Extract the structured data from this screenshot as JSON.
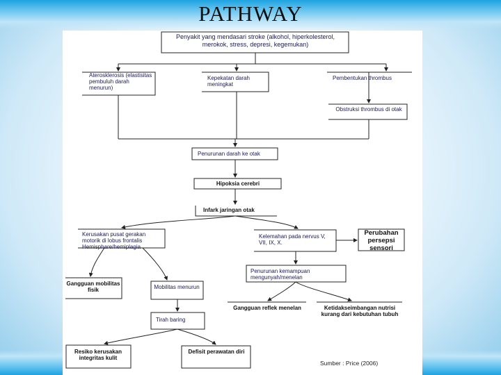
{
  "title": "PATHWAY",
  "nodes": {
    "risk_factors": "Penyakit yang mendasari stroke (alkohol, hiperkolesterol, merokok, stress, depresi, kegemukan)",
    "atherosclerosis": "Aterosklerosis (elastisitas pembuluh darah menurun)",
    "blood_viscosity": "Kepekatan darah meningkat",
    "thrombus_formation": "Pembentukan thrombus",
    "arterial_obstruction": "Obstruksi thrombus di otak",
    "cerebral_flow": "Penurunan darah ke otak",
    "cerebral_hypoxia": "Hipoksia cerebri",
    "brain_infarct": "Infark jaringan otak",
    "motor_center_damage": "Kerusakan pusat gerakan motorik di lobus frontalis Hemisphare/hemiplagia",
    "cranial_nerve": "Kelemahan pada nervus V, VII, IX, X.",
    "perception_change": "Perubahan persepsi sensori",
    "mobility_impairment": "Gangguan mobilitas fisik",
    "mobility_decrease": "Mobilitas menurun",
    "swallow_reflex": "Penurunan kemampuan mengunyah/menelan",
    "bed_rest": "Tirah baring",
    "swallow_impairment": "Gangguan reflek menelan",
    "nutrition_imbalance": "Ketidakseimbangan nutrisi kurang dari kebutuhan tubuh",
    "skin_risk": "Resiko kerusakan integritas kulit",
    "selfcare_deficit": "Defisit perawatan diri",
    "source": "Sumber : Price (2006)"
  }
}
